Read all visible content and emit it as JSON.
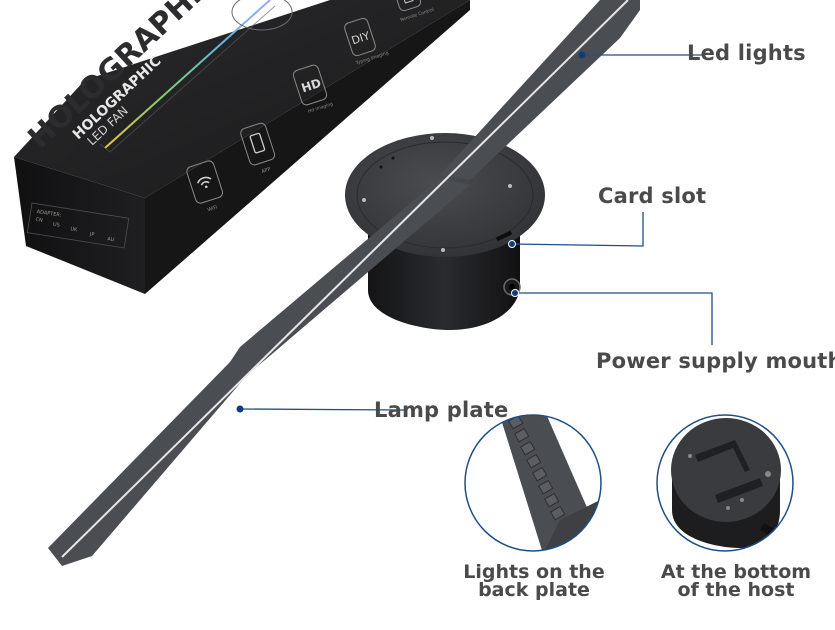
{
  "product": {
    "name": "Holographic LED Fan",
    "box": {
      "brand_line_1": "HOLOGRAPHIC",
      "brand_line_2": "LED FAN",
      "watermark": "HOLOGRAPHIC",
      "features": [
        {
          "icon": "wifi-icon",
          "label": "WiFi"
        },
        {
          "icon": "phone-icon",
          "label": "APP"
        },
        {
          "icon": "hd-icon",
          "glyph": "HD",
          "label": "Hd imaging"
        },
        {
          "icon": "diy-icon",
          "glyph": "DIY",
          "label": "Typing imaging"
        },
        {
          "icon": "remote-icon",
          "label": "Remote Control"
        }
      ],
      "adapter_title": "ADAPTER:",
      "adapter_options": [
        "CN",
        "US",
        "UK",
        "JP",
        "AU"
      ]
    }
  },
  "callouts": {
    "led_lights": "Led lights",
    "card_slot": "Card slot",
    "power_supply": "Power supply mouth",
    "lamp_plate": "Lamp plate"
  },
  "insets": [
    {
      "line1": "Lights on the",
      "line2": "back plate"
    },
    {
      "line1": "At the bottom",
      "line2": "of the host"
    }
  ],
  "colors": {
    "callout_line": "#1d4f86",
    "callout_dot": "#0f3f7a",
    "blade": "#4a4d52",
    "box": "#1c1c1e",
    "label_text": "#4a4a4a",
    "inset_ring": "#1d4f86"
  }
}
